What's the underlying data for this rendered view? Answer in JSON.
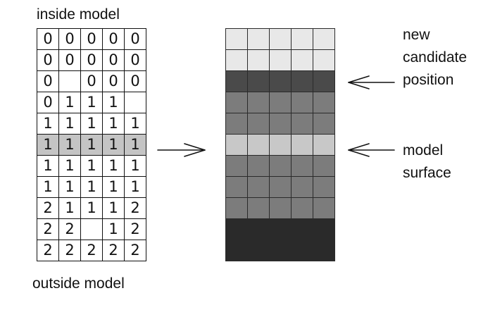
{
  "labels": {
    "inside": "inside model",
    "outside": "outside model",
    "candidate": [
      "new",
      "candidate",
      "position"
    ],
    "surface": [
      "model",
      "surface"
    ]
  },
  "number_grid": [
    [
      "0",
      "0",
      "0",
      "0",
      "0"
    ],
    [
      "0",
      "0",
      "0",
      "0",
      "0"
    ],
    [
      "0",
      "",
      "0",
      "0",
      "0"
    ],
    [
      "0",
      "1",
      "1",
      "1",
      ""
    ],
    [
      "1",
      "1",
      "1",
      "1",
      "1"
    ],
    [
      "1",
      "1",
      "1",
      "1",
      "1"
    ],
    [
      "1",
      "1",
      "1",
      "1",
      "1"
    ],
    [
      "1",
      "1",
      "1",
      "1",
      "1"
    ],
    [
      "2",
      "1",
      "1",
      "1",
      "2"
    ],
    [
      "2",
      "2",
      "",
      "1",
      "2"
    ],
    [
      "2",
      "2",
      "2",
      "2",
      "2"
    ]
  ],
  "highlight_row": 5,
  "shade_rows": [
    "#e8e8e8",
    "#e8e8e8",
    "#4a4a4a",
    "#7c7c7c",
    "#7c7c7c",
    "#c8c8c8",
    "#7c7c7c",
    "#7c7c7c",
    "#7c7c7c",
    "#2a2a2a",
    "#2a2a2a"
  ],
  "colors": {
    "line": "#111111",
    "highlight": "#c4c4c4"
  }
}
